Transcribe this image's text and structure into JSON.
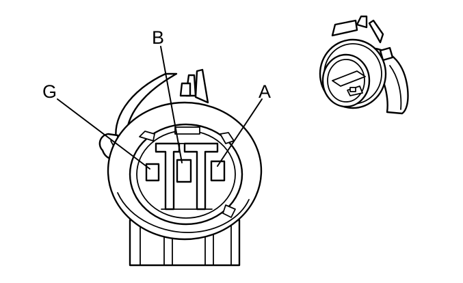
{
  "diagram": {
    "pin_labels": {
      "g": "G",
      "b": "B",
      "a": "A"
    },
    "colors": {
      "line": "#000000",
      "background": "#ffffff"
    }
  }
}
